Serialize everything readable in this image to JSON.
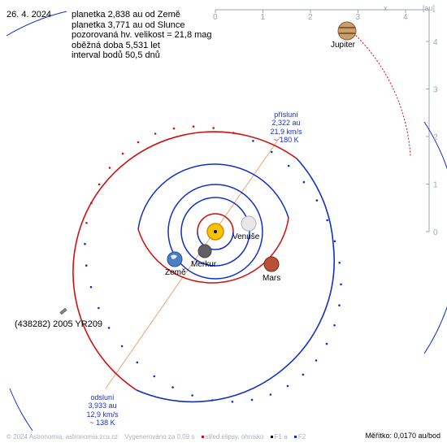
{
  "date": "26. 4. 2024",
  "info_lines": [
    "planetka 2,838 au od Země",
    "planetka 3,771 au od Slunce",
    "pozorovaná hv. velikost = 21,8 mag",
    "oběžná doba 5,531 let",
    "interval bodů 50,5 dnů"
  ],
  "x_axis": {
    "unit": "x",
    "ticks": [
      "0",
      "1",
      "2",
      "3",
      "4"
    ]
  },
  "y_axis": {
    "unit": "[au]",
    "ticks": [
      "4",
      "3",
      "2",
      "1",
      "0"
    ]
  },
  "perihelion": {
    "lines": [
      "přísluní",
      "2,322 au",
      "21,9 km/s",
      "~ 180 K"
    ]
  },
  "aphelion": {
    "lines": [
      "odsluní",
      "3,933 au",
      "12,9 km/s",
      "~ 138 K"
    ]
  },
  "planets": {
    "venus": "Venuše",
    "mercury": "Merkur",
    "earth": "Země",
    "mars": "Mars",
    "jupiter": "Jupiter"
  },
  "asteroid_name": "(438282) 2005 YR209",
  "footer": {
    "copyright": "© 2024 Astronomia, astronomia.zcu.cz",
    "generated": "Vygenerováno za 0,09 s",
    "legend_center": "střed elipsy, ohnisko",
    "legend_f1": "F1 a",
    "legend_f2": "F2",
    "scale": "Měřítko: 0,0170 au/bod"
  },
  "colors": {
    "orbit_red": "#d01010",
    "orbit_blue": "#1030c8",
    "label_blue": "#1a2fd6",
    "axis_gray": "#9aa3b5",
    "apsis_line": "#f0a070"
  }
}
